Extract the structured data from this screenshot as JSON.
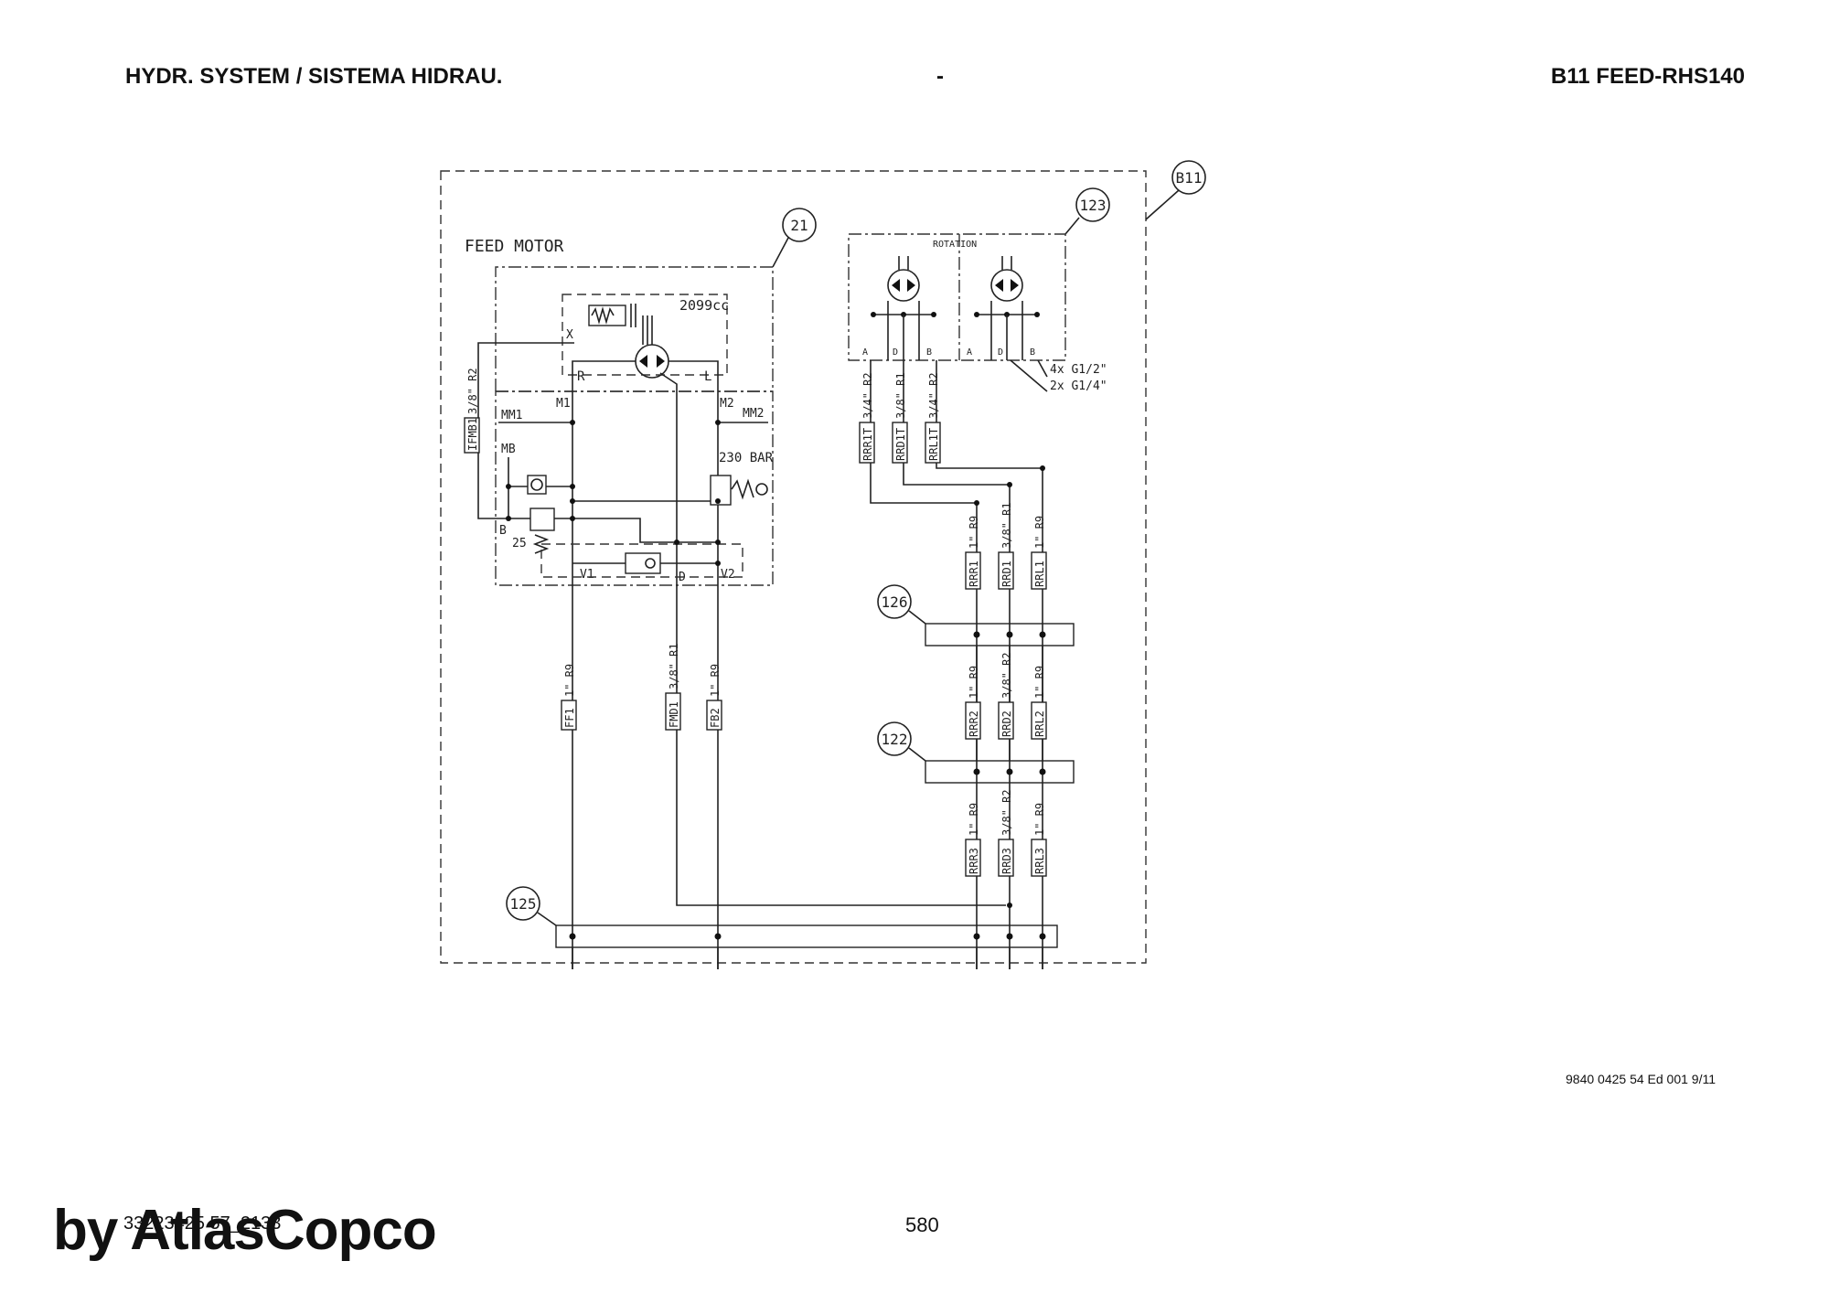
{
  "header": {
    "left": "HYDR. SYSTEM / SISTEMA HIDRAU.",
    "middle": "-",
    "right": "B11 FEED-RHS140"
  },
  "diagram": {
    "callouts": [
      "B11",
      "21",
      "123",
      "126",
      "122",
      "125"
    ],
    "feed_motor_title": "FEED MOTOR",
    "displacement": "2099cc",
    "rotation_title": "ROTATION",
    "port_labels": {
      "x": "X",
      "r": "R",
      "l": "L",
      "m1": "M1",
      "m2": "M2",
      "mm1": "MM1",
      "mm2": "MM2",
      "mb": "MB",
      "b": "B",
      "v1": "V1",
      "v2": "V2",
      "d": "D",
      "pressure": "230 BAR",
      "setting": "25",
      "rot1_a": "A",
      "rot1_d": "D",
      "rot1_b": "B",
      "rot2_a": "A",
      "rot2_d": "D",
      "rot2_b": "B"
    },
    "threads": [
      "4x G1/2\"",
      "2x G1/4\""
    ],
    "hose_tags": {
      "fmb1": "IFMB1",
      "fmb1_spec": "3/8\" R2",
      "rrr1t": "RRR1T",
      "rrr1t_spec": "3/4\" R2",
      "rrd1t": "RRD1T",
      "rrd1t_spec": "3/8\" R1",
      "rrl1t": "RRL1T",
      "rrl1t_spec": "3/4\" R2",
      "rrr1": "RRR1",
      "rrr1_spec": "1\" R9",
      "rrd1": "RRD1",
      "rrd1_spec": "3/8\" R1",
      "rrl1": "RRL1",
      "rrl1_spec": "1\" R9",
      "rrr2": "RRR2",
      "rrr2_spec": "1\" R9",
      "rrd2": "RRD2",
      "rrd2_spec": "3/8\" R2",
      "rrl2": "RRL2",
      "rrl2_spec": "1\" R9",
      "rrr3": "RRR3",
      "rrr3_spec": "1\" R9",
      "rrd3": "RRD3",
      "rrd3_spec": "3/8\" R2",
      "rrl3": "RRL3",
      "rrl3_spec": "1\" R9",
      "ff1": "FF1",
      "ff1_spec": "1\" R9",
      "fmd1": "FMD1",
      "fmd1_spec": "3/8\" R1",
      "fb2": "FB2",
      "fb2_spec": "1\" R9"
    }
  },
  "footer": {
    "doc_ref": "9840 0425 54 Ed 001 9/11",
    "ref": "33223425 57_2133",
    "page": "580",
    "brand": "by AtlasCopco"
  }
}
